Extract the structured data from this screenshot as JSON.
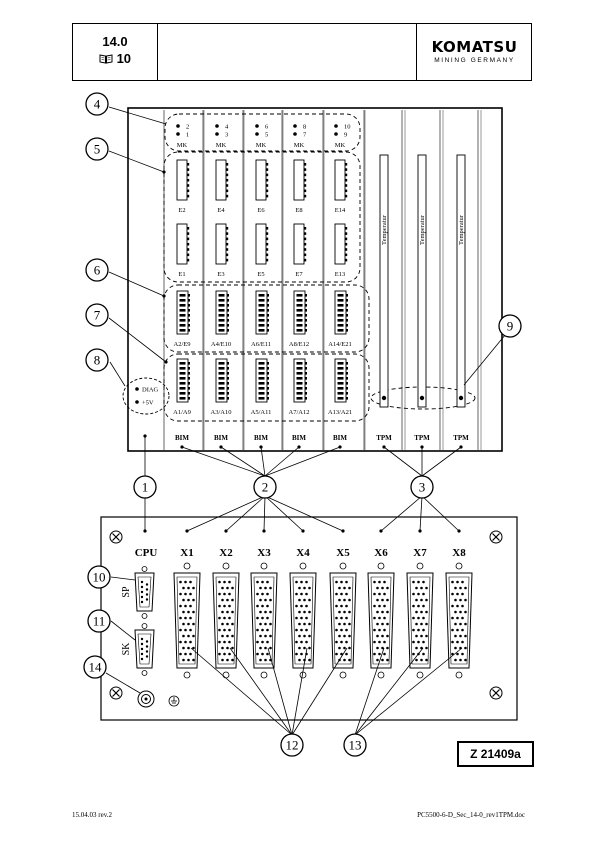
{
  "header": {
    "section": "14.0",
    "page": "10",
    "book_icon": "book-icon",
    "brand": "KOMATSU",
    "brand_sub": "MINING GERMANY"
  },
  "rack": {
    "mk_pairs": [
      [
        "2",
        "1"
      ],
      [
        "4",
        "3"
      ],
      [
        "6",
        "5"
      ],
      [
        "8",
        "7"
      ],
      [
        "10",
        "9"
      ]
    ],
    "mk_label": "MK",
    "e_top": [
      "E2",
      "E4",
      "E6",
      "E8",
      "E14"
    ],
    "e_mid": [
      "E1",
      "E3",
      "E5",
      "E7",
      "E13"
    ],
    "a_row1": [
      "A2/E9",
      "A4/E10",
      "A6/E11",
      "A8/E12",
      "A14/E21"
    ],
    "a_row2": [
      "A1/A9",
      "A3/A10",
      "A5/A11",
      "A7/A12",
      "A13/A21"
    ],
    "bim": "BIM",
    "tpm": "TPM",
    "temperature": "Temperatur",
    "diag": "DIAG",
    "plus5v": "+5V"
  },
  "panel": {
    "cpu": "CPU",
    "x_labels": [
      "X1",
      "X2",
      "X3",
      "X4",
      "X5",
      "X6",
      "X7",
      "X8"
    ],
    "sp": "SP",
    "sk": "SK"
  },
  "callouts": [
    "1",
    "2",
    "3",
    "4",
    "5",
    "6",
    "7",
    "8",
    "9",
    "10",
    "11",
    "12",
    "13",
    "14"
  ],
  "reference": "Z 21409a",
  "footer": {
    "date": "15.04.03 rev.2",
    "file": "PC5500-6-D_Sec_14-0_rev1TPM.doc"
  }
}
